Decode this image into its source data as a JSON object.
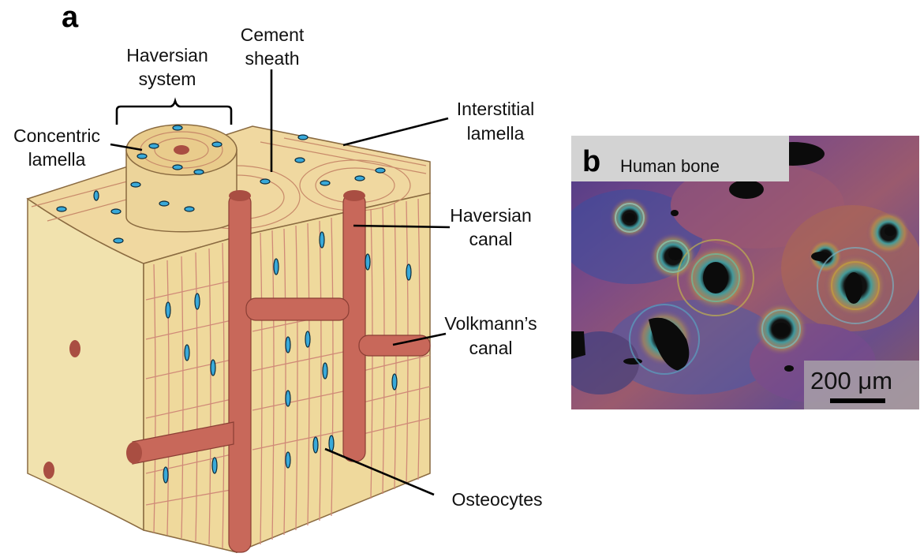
{
  "panel_a": {
    "letter": "a",
    "labels": {
      "haversian_system_line1": "Haversian",
      "haversian_system_line2": "system",
      "cement_sheath_line1": "Cement",
      "cement_sheath_line2": "sheath",
      "concentric_lamella_line1": "Concentric",
      "concentric_lamella_line2": "lamella",
      "interstitial_lamella_line1": "Interstitial",
      "interstitial_lamella_line2": "lamella",
      "haversian_canal_line1": "Haversian",
      "haversian_canal_line2": "canal",
      "volkmanns_canal_line1": "Volkmann’s",
      "volkmanns_canal_line2": "canal",
      "osteocytes": "Osteocytes"
    }
  },
  "panel_b": {
    "letter": "b",
    "title": "Human bone",
    "scale_bar_label": "200 μm"
  },
  "colors": {
    "bone_fill": "#f2e2ad",
    "bone_side": "#ead59a",
    "canal_fill": "#c8685a",
    "canal_dark": "#a94e42",
    "lamella_line": "#d08a78",
    "osteocyte": "#39a9d9"
  }
}
